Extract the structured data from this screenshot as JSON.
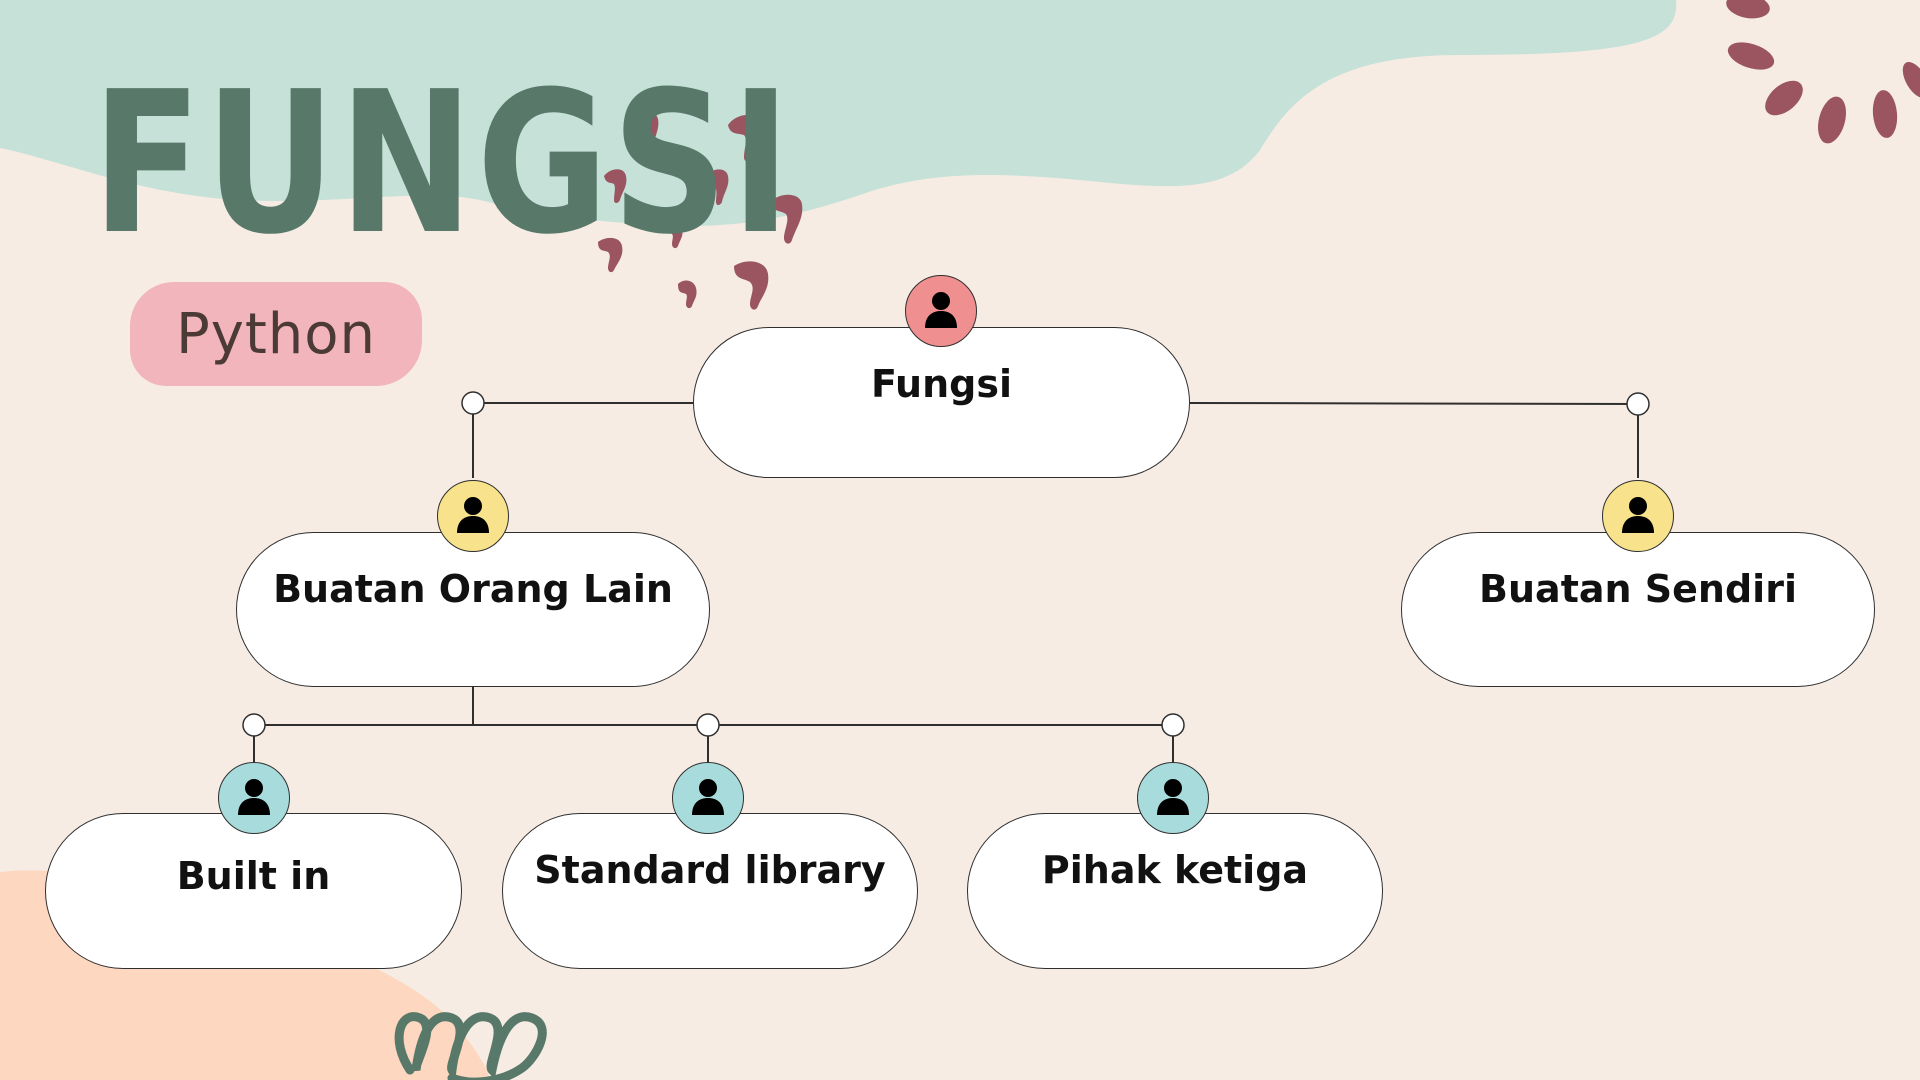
{
  "slide": {
    "title": "FUNGSI",
    "subtitle": "Python"
  },
  "diagram": {
    "root": {
      "label": "Fungsi",
      "avatar_color": "#f08f8f"
    },
    "level1": [
      {
        "label": "Buatan Orang Lain",
        "avatar_color": "#f8e28c"
      },
      {
        "label": "Buatan Sendiri",
        "avatar_color": "#f8e28c"
      }
    ],
    "level2": [
      {
        "label": "Built in",
        "avatar_color": "#a8dcdc"
      },
      {
        "label": "Standard library",
        "avatar_color": "#a8dcdc"
      },
      {
        "label": "Pihak ketiga",
        "avatar_color": "#a8dcdc"
      }
    ]
  },
  "colors": {
    "background": "#f6ece3",
    "mint_blob": "#c5e1d8",
    "peach_blob": "#fdd7bf",
    "title": "#58786a",
    "subtitle_pill": "#f1b5bb",
    "accent_marks": "#9a5561"
  },
  "icons": {
    "avatar": "person-silhouette-icon",
    "decor_marks": "brush-stroke-marks",
    "decor_squiggle": "loop-squiggle"
  }
}
